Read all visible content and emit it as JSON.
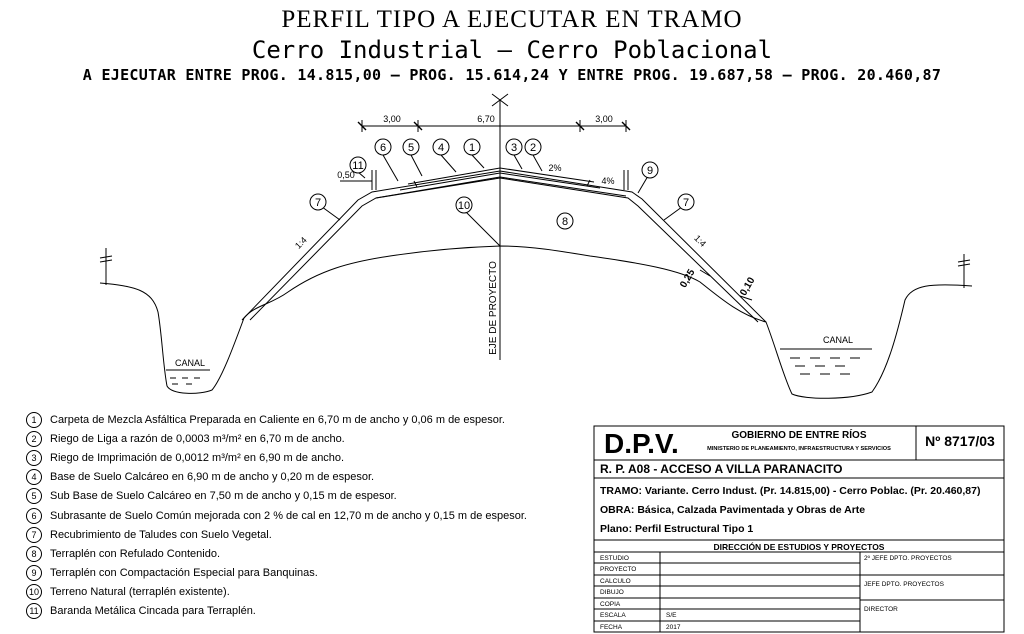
{
  "title": {
    "line1": "PERFIL TIPO A EJECUTAR EN TRAMO",
    "line2": "Cerro Industrial – Cerro Poblacional",
    "line3": "A EJECUTAR ENTRE PROG. 14.815,00 – PROG. 15.614,24 Y ENTRE PROG. 19.687,58 – PROG. 20.460,87"
  },
  "drawing": {
    "dims": {
      "left": "3,00",
      "center": "6,70",
      "right": "3,00",
      "rail_height": "0,50"
    },
    "slopes": {
      "left_top": "2%",
      "right_top": "4%",
      "left_side": "1:4",
      "right_side": "1:4"
    },
    "thickness": {
      "a": "0,25",
      "b": "0,10"
    },
    "canal_left": "CANAL",
    "canal_right": "CANAL",
    "axis_label": "EJE DE PROYECTO",
    "callouts": {
      "c1": "1",
      "c2": "2",
      "c3": "3",
      "c4": "4",
      "c5": "5",
      "c6": "6",
      "c7a": "7",
      "c7b": "7",
      "c8": "8",
      "c9": "9",
      "c10": "10",
      "c11": "11"
    }
  },
  "legend": [
    {
      "num": "1",
      "text": "Carpeta de Mezcla Asfáltica Preparada en Caliente en 6,70 m de ancho y 0,06 m de espesor."
    },
    {
      "num": "2",
      "text": "Riego de Liga a razón de 0,0003 m³/m² en 6,70 m de ancho."
    },
    {
      "num": "3",
      "text": "Riego de Imprimación de 0,0012 m³/m² en 6,90 m de ancho."
    },
    {
      "num": "4",
      "text": "Base de Suelo Calcáreo en 6,90 m de ancho y 0,20 m de espesor."
    },
    {
      "num": "5",
      "text": "Sub Base de Suelo Calcáreo en 7,50 m de ancho y 0,15 m de espesor."
    },
    {
      "num": "6",
      "text": "Subrasante de Suelo Común mejorada con 2 % de cal en 12,70 m de ancho y 0,15 m de espesor."
    },
    {
      "num": "7",
      "text": "Recubrimiento de Taludes con Suelo Vegetal."
    },
    {
      "num": "8",
      "text": "Terraplén con Refulado Contenido."
    },
    {
      "num": "9",
      "text": "Terraplén con Compactación Especial para Banquinas."
    },
    {
      "num": "10",
      "text": "Terreno Natural (terraplén existente)."
    },
    {
      "num": "11",
      "text": "Baranda Metálica Cincada para Terraplén."
    }
  ],
  "titleblock": {
    "logo": "D.P.V.",
    "gov": "GOBIERNO DE ENTRE RÍOS",
    "ministry": "MINISTERIO DE PLANEAMIENTO, INFRAESTRUCTURA Y SERVICIOS",
    "plan_no": "Nº 8717/03",
    "route": "R. P. A08 - ACCESO A VILLA PARANACITO",
    "tramo": "TRAMO: Variante. Cerro Indust. (Pr. 14.815,00) - Cerro Poblac. (Pr. 20.460,87)",
    "obra": "OBRA: Básica, Calzada Pavimentada y Obras de Arte",
    "plano": "Plano: Perfil Estructural Tipo 1",
    "direction": "DIRECCIÓN DE ESTUDIOS Y PROYECTOS",
    "rows": [
      "ESTUDIO",
      "PROYECTO",
      "CALCULO",
      "DIBUJO",
      "COPIA",
      "ESCALA",
      "FECHA"
    ],
    "escala": "S/E",
    "fecha": "2017",
    "sig1": "2º JEFE DPTO. PROYECTOS",
    "sig2": "JEFE DPTO. PROYECTOS",
    "sig3": "DIRECTOR"
  }
}
